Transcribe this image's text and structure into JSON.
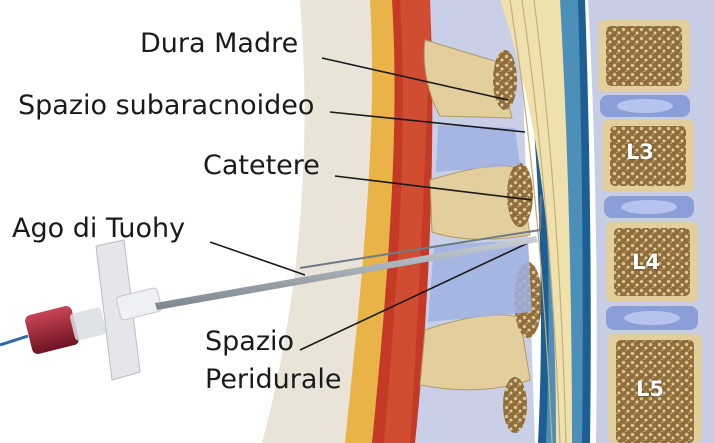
{
  "labels": {
    "dura": "Dura Madre",
    "subarachnoid": "Spazio subaracnoideo",
    "catheter": "Catetere",
    "needle": "Ago di Tuohy",
    "epidural_line1": "Spazio",
    "epidural_line2": "Peridurale"
  },
  "vertebrae": {
    "l3": "L3",
    "l4": "L4",
    "l5": "L5"
  },
  "colors": {
    "bone": "#e3cf9d",
    "bone_spongy": "#9c7a45",
    "disc": "#8c9ed8",
    "ligament_red": "#c53a26",
    "fat_yellow": "#e9b347",
    "dura_blue": "#1d5f93",
    "csf": "#4c8fb8",
    "nerves": "#efe1ad",
    "needle": "#9aa3ac",
    "syringe_cap": "#962034"
  }
}
